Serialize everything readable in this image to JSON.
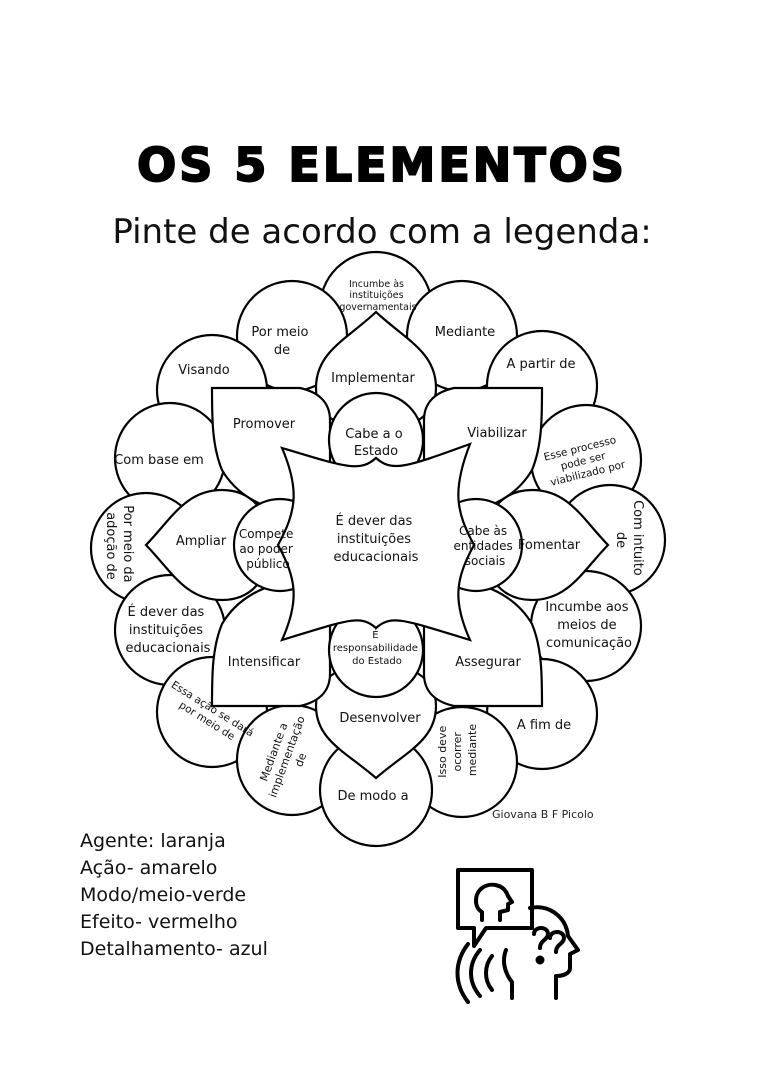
{
  "title": "OS 5 ELEMENTOS",
  "subtitle": "Pinte de acordo com a legenda:",
  "flower": {
    "outer_petals": [
      {
        "id": "top",
        "lines": [
          "Incumbe às",
          "instituições",
          "governamentais"
        ]
      },
      {
        "id": "por-meio-de",
        "lines": [
          "Por meio",
          "de"
        ]
      },
      {
        "id": "mediante",
        "lines": [
          "Mediante"
        ]
      },
      {
        "id": "visando",
        "lines": [
          "Visando"
        ]
      },
      {
        "id": "a-partir-de",
        "lines": [
          "A partir de"
        ]
      },
      {
        "id": "com-base-em",
        "lines": [
          "Com base em"
        ]
      },
      {
        "id": "esse-processo",
        "lines": [
          "Esse processo",
          "pode ser",
          "viabilizado por"
        ]
      },
      {
        "id": "por-meio-da-adocao",
        "lines": [
          "Por meio da",
          "adoção de"
        ]
      },
      {
        "id": "com-intuito",
        "lines": [
          "Com intuito",
          "de"
        ]
      },
      {
        "id": "dever-instituicoes",
        "lines": [
          "É dever das",
          "instituições",
          "educacionais"
        ]
      },
      {
        "id": "meios-comunicacao",
        "lines": [
          "Incumbe aos",
          "meios de",
          "comunicação"
        ]
      },
      {
        "id": "essa-acao",
        "lines": [
          "Essa ação se dará",
          "por meio de"
        ]
      },
      {
        "id": "a-fim-de",
        "lines": [
          "A fim de"
        ]
      },
      {
        "id": "mediante-implementacao",
        "lines": [
          "Mediante a",
          "implementação",
          "de"
        ]
      },
      {
        "id": "isso-deve",
        "lines": [
          "Isso deve",
          "ocorrer",
          "mediante"
        ]
      },
      {
        "id": "de-modo-a",
        "lines": [
          "De modo a"
        ]
      }
    ],
    "middle_petals": {
      "implementar": "Implementar",
      "promover": "Promover",
      "viabilizar": "Viabilizar",
      "ampliar": "Ampliar",
      "fomentar": "Fomentar",
      "intensificar": "Intensificar",
      "assegurar": "Assegurar",
      "desenvolver": "Desenvolver"
    },
    "inner_circles": {
      "top": [
        "Cabe a o",
        "Estado"
      ],
      "left": [
        "Compete",
        "ao poder",
        "público"
      ],
      "right": [
        "Cabe às",
        "entidades",
        "sociais"
      ],
      "bottom": [
        "É",
        "responsabilidade",
        "do Estado"
      ]
    },
    "center": [
      "É dever das",
      "instituições",
      "educacionais"
    ]
  },
  "author": "Giovana B F Picolo",
  "legend": [
    "Agente: laranja",
    "Ação-  amarelo",
    "Modo/meio-verde",
    "Efeito- vermelho",
    "Detalhamento- azul"
  ],
  "icon": "person-thinking-question-icon"
}
